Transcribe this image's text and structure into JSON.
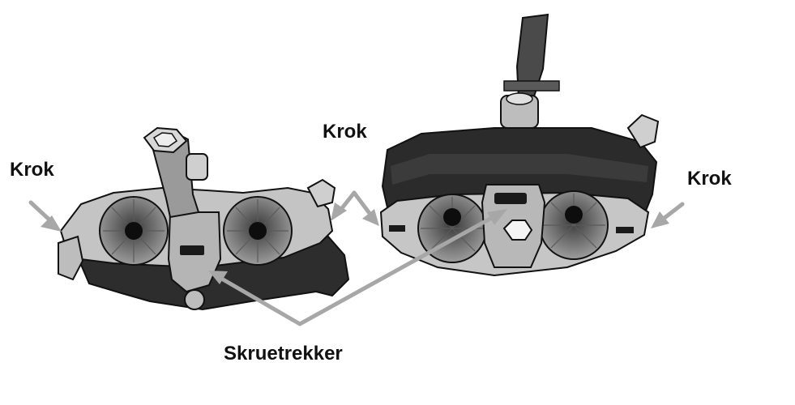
{
  "labels": {
    "krok_left": "Krok",
    "krok_center": "Krok",
    "krok_right": "Krok",
    "screwdriver": "Skruetrekker"
  },
  "colors": {
    "arrow": "#a7a7a7",
    "body_dark": "#2a2a2a",
    "body_light": "#c8c8c8",
    "outline": "#111111"
  }
}
